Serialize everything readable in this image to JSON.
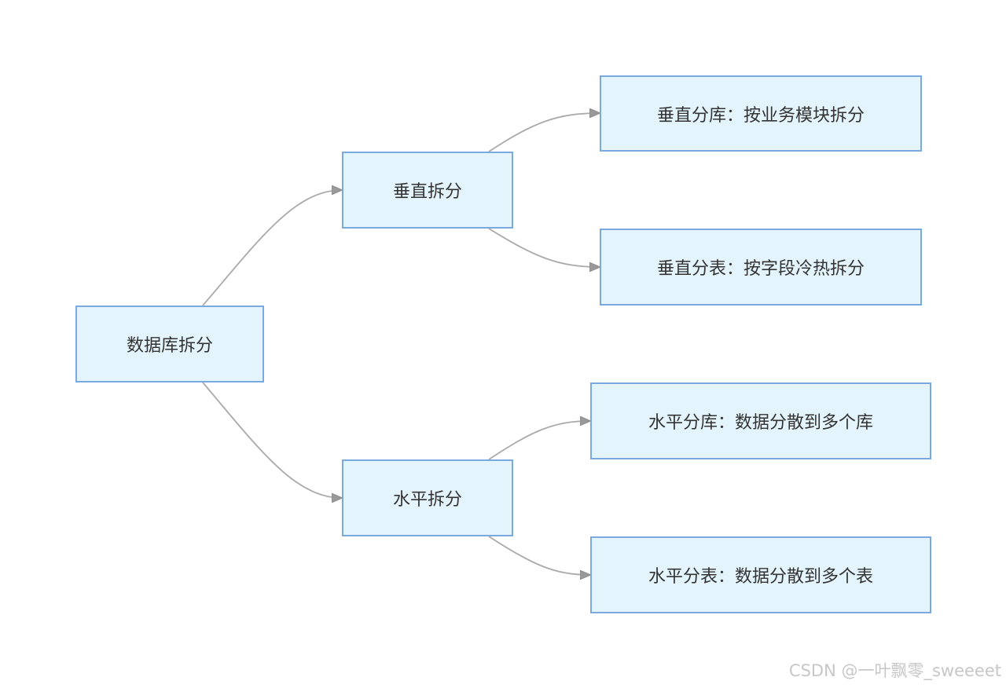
{
  "diagram": {
    "nodes": {
      "root": "数据库拆分",
      "vertical": "垂直拆分",
      "horizontal": "水平拆分",
      "vertical_db": "垂直分库：按业务模块拆分",
      "vertical_table": "垂直分表：按字段冷热拆分",
      "horizontal_db": "水平分库：数据分散到多个库",
      "horizontal_table": "水平分表：数据分散到多个表"
    },
    "colors": {
      "node_fill": "#e4f4fc",
      "node_border": "#7aa9e0",
      "edge": "#aaaaaa",
      "arrowhead": "#999999",
      "text": "#333333"
    }
  },
  "watermark": "CSDN @一叶飘零_sweeeet"
}
